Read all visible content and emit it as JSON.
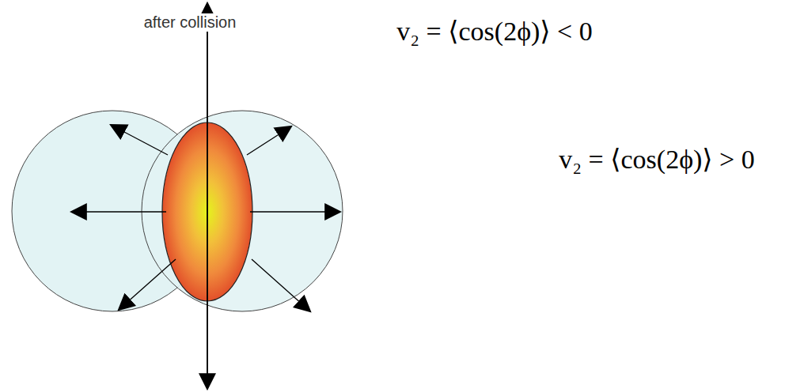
{
  "diagram": {
    "labels": [
      "after collision",
      "v₂ = ⟨cos(2ϕ)⟩ < 0",
      "v₂ = ⟨cos(2ϕ)⟩ > 0"
    ]
  }
}
